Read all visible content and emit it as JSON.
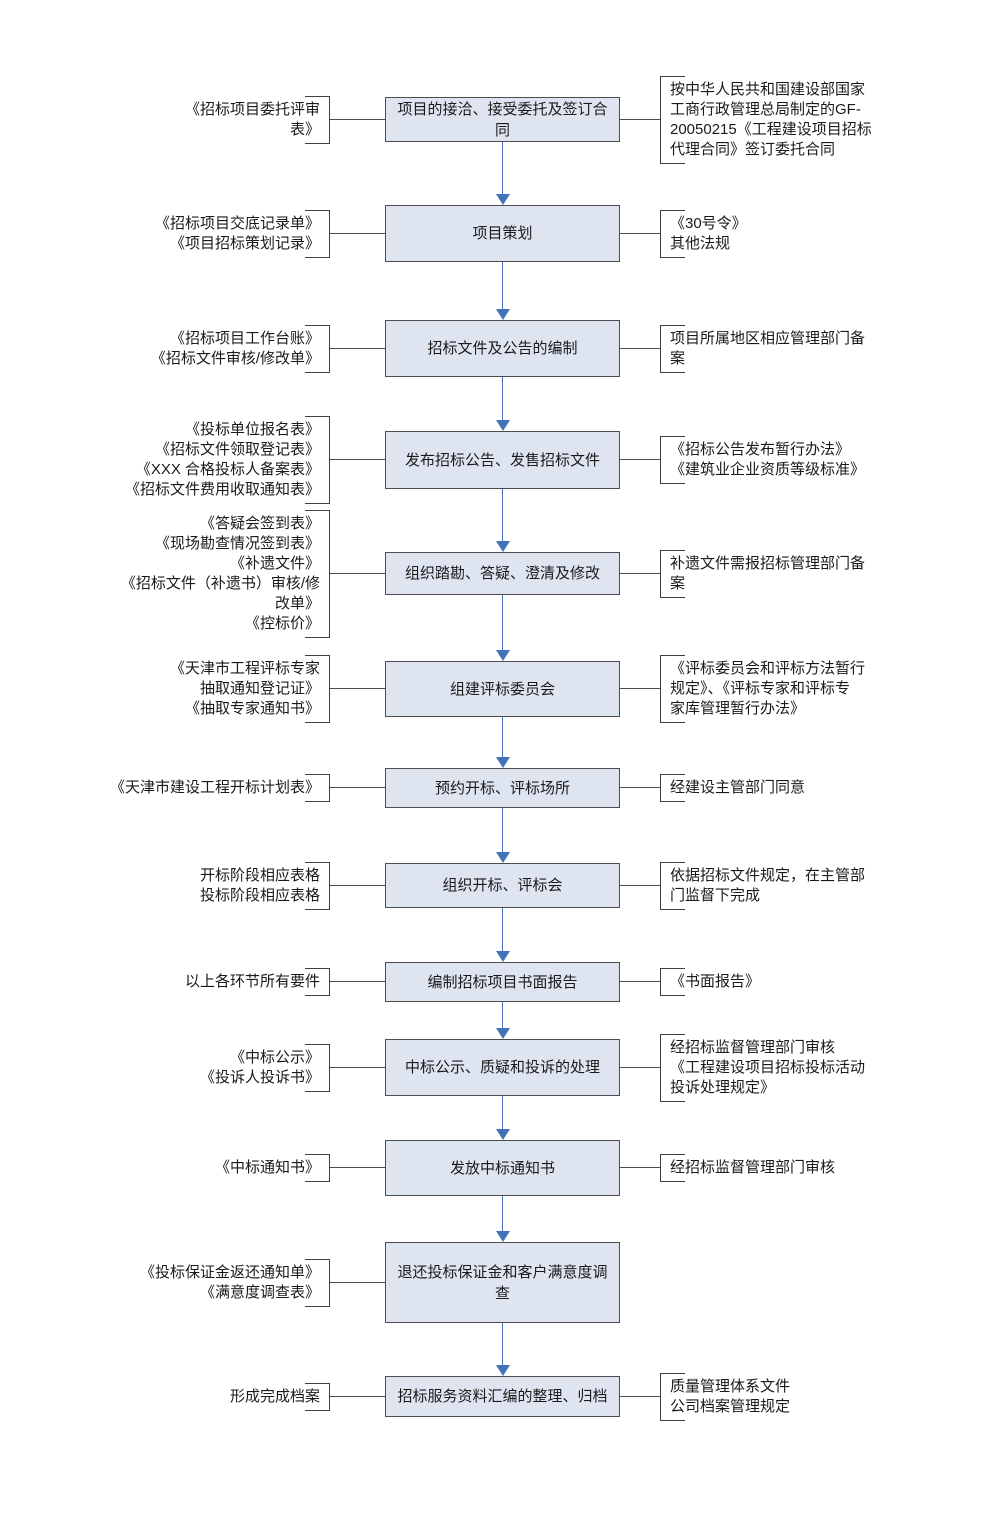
{
  "diagram": {
    "type": "flowchart",
    "direction": "top-down",
    "language": "zh-CN",
    "colors": {
      "background": "#ffffff",
      "box_fill": "#dee5f1",
      "box_border": "#4d4d4d",
      "box_text": "#1a1a1a",
      "bracket_line": "#404040",
      "connector_line": "#4d4d4d",
      "arrow": "#4472b9"
    },
    "steps": [
      {
        "center": "项目的接洽、接受委托及签订合同",
        "left": "《招标项目委托评审\n表》",
        "right": "按中华人民共和国建设部国家\n工商行政管理总局制定的GF-\n20050215《工程建设项目招标\n代理合同》签订委托合同"
      },
      {
        "center": "项目策划",
        "left": "《招标项目交底记录单》\n《项目招标策划记录》",
        "right": "《30号令》\n其他法规"
      },
      {
        "center": "招标文件及公告的编制",
        "left": "《招标项目工作台账》\n《招标文件审核/修改单》",
        "right": "项目所属地区相应管理部门备\n案"
      },
      {
        "center": "发布招标公告、发售招标文件",
        "left": "《投标单位报名表》\n《招标文件领取登记表》\n《XXX 合格投标人备案表》\n《招标文件费用收取通知表》",
        "right": "《招标公告发布暂行办法》\n《建筑业企业资质等级标准》"
      },
      {
        "center": "组织踏勘、答疑、澄清及修改",
        "left": "《答疑会签到表》\n《现场勘查情况签到表》\n《补遗文件》\n《招标文件（补遗书）审核/修\n改单》\n《控标价》",
        "right": "补遗文件需报招标管理部门备\n案"
      },
      {
        "center": "组建评标委员会",
        "left": "《天津市工程评标专家\n抽取通知登记证》\n《抽取专家通知书》",
        "right": "《评标委员会和评标方法暂行\n规定》、《评标专家和评标专\n家库管理暂行办法》"
      },
      {
        "center": "预约开标、评标场所",
        "left": "《天津市建设工程开标计划表》",
        "right": "经建设主管部门同意"
      },
      {
        "center": "组织开标、评标会",
        "left": "开标阶段相应表格\n投标阶段相应表格",
        "right": "依据招标文件规定，在主管部\n门监督下完成"
      },
      {
        "center": "编制招标项目书面报告",
        "left": "以上各环节所有要件",
        "right": "《书面报告》"
      },
      {
        "center": "中标公示、质疑和投诉的处理",
        "left": "《中标公示》\n《投诉人投诉书》",
        "right": "经招标监督管理部门审核\n《工程建设项目招标投标活动\n投诉处理规定》"
      },
      {
        "center": "发放中标通知书",
        "left": "《中标通知书》",
        "right": "经招标监督管理部门审核"
      },
      {
        "center": "退还投标保证金和客户满意度调查",
        "left": "《投标保证金返还通知单》\n《满意度调查表》",
        "right": null
      },
      {
        "center": "招标服务资料汇编的整理、归档",
        "left": "形成完成档案",
        "right": "质量管理体系文件\n公司档案管理规定"
      }
    ]
  }
}
